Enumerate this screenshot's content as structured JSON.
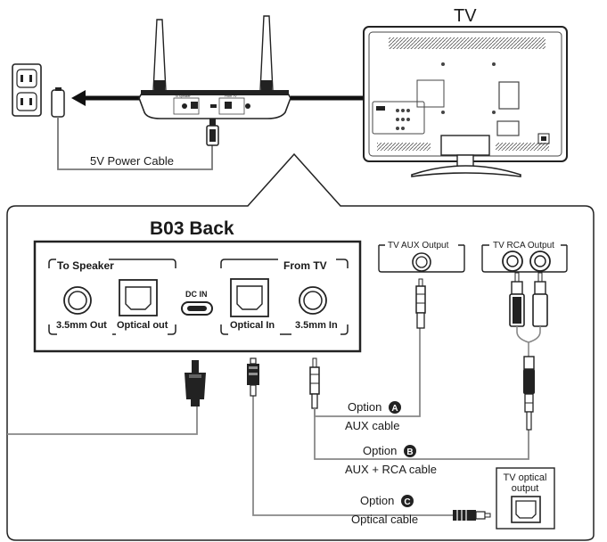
{
  "tv_label": "TV",
  "power_cable_label": "5V Power Cable",
  "device_title": "B03 Back",
  "to_speaker_label": "To Speaker",
  "from_tv_label": "From TV",
  "dc_in_label": "DC IN",
  "port_35mm_out": "3.5mm Out",
  "port_optical_out": "Optical out",
  "port_optical_in": "Optical In",
  "port_35mm_in": "3.5mm In",
  "tv_aux_output": "TV AUX Output",
  "tv_rca_output": "TV RCA Output",
  "tv_optical_line1": "TV optical",
  "tv_optical_line2": "output",
  "option_prefix": "Option",
  "option_a_letter": "A",
  "option_b_letter": "B",
  "option_c_letter": "C",
  "aux_cable": "AUX cable",
  "aux_rca_cable": "AUX + RCA cable",
  "optical_cable": "Optical cable",
  "router_to_speaker": "To Speaker",
  "router_from_tv": "From TV"
}
